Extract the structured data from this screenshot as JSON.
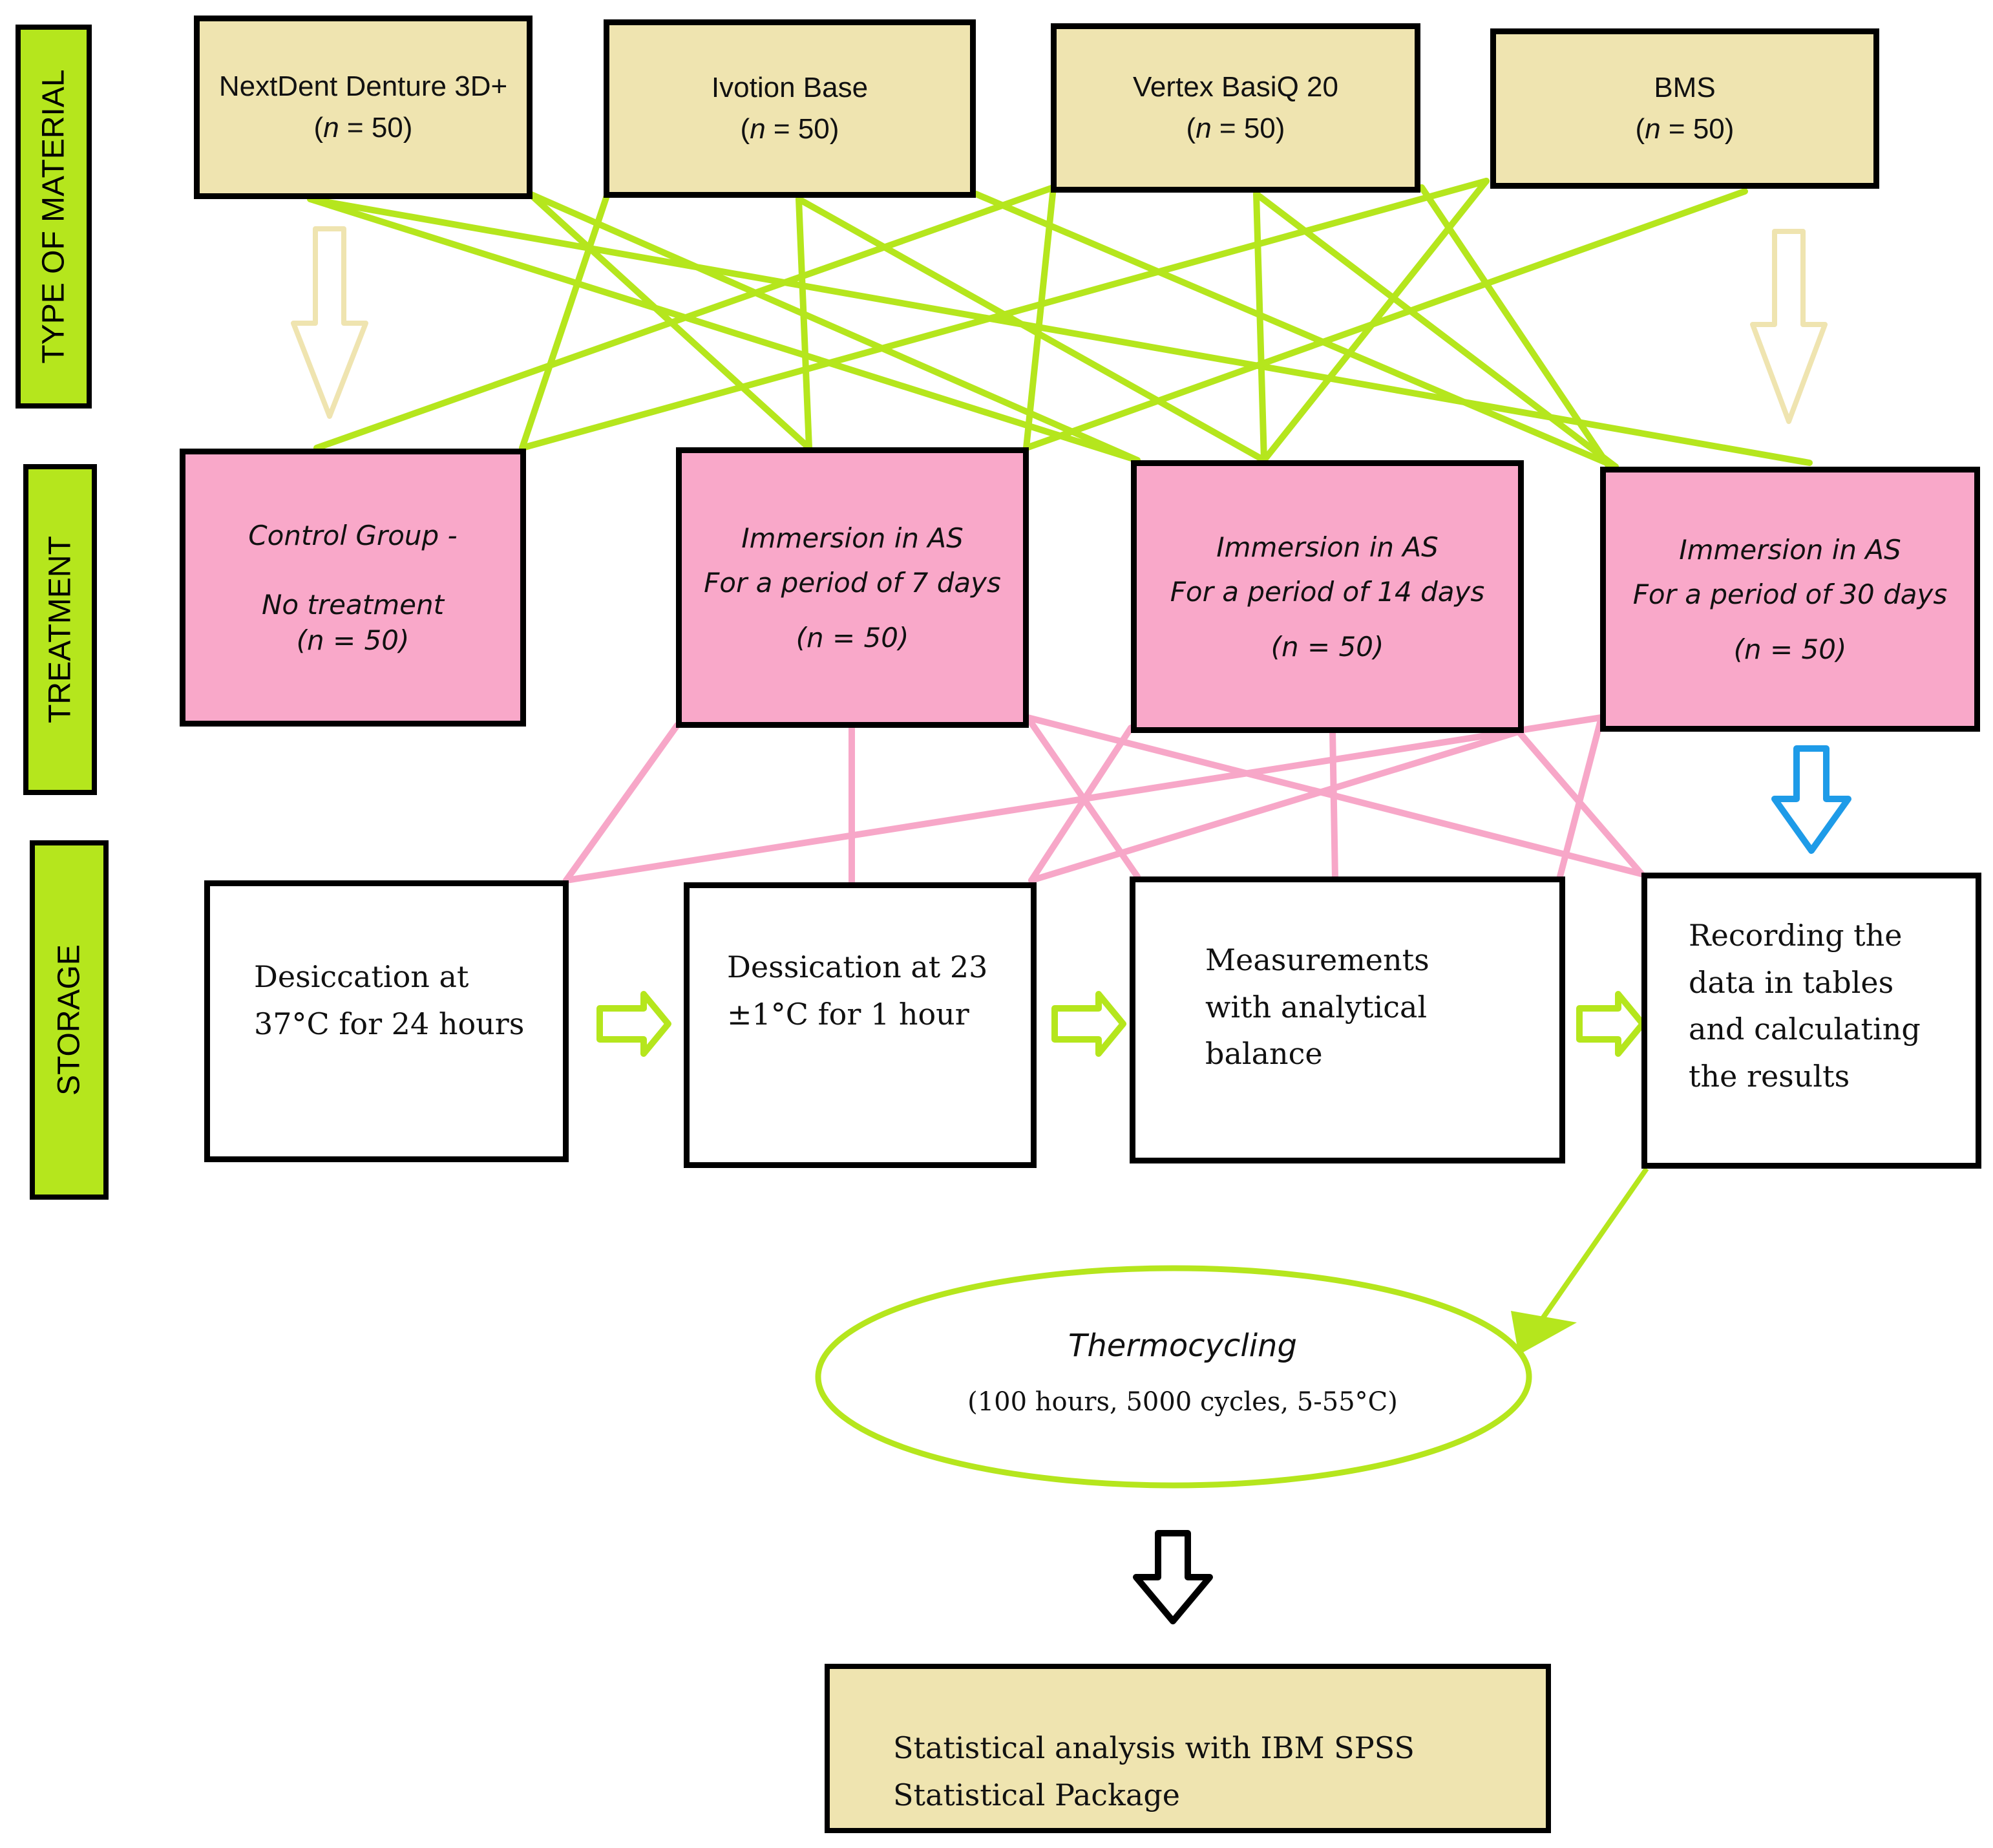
{
  "side_labels": {
    "material": "TYPE OF MATERIAL",
    "treatment": "TREATMENT",
    "storage": "STORAGE"
  },
  "materials": [
    {
      "name": "NextDent Denture 3D+",
      "n_label": "n",
      "n_value": " = 50)"
    },
    {
      "name": "Ivotion Base",
      "n_label": "n",
      "n_value": " = 50)"
    },
    {
      "name": "Vertex BasiQ 20",
      "n_label": "n",
      "n_value": " = 50)"
    },
    {
      "name": "BMS",
      "n_label": "n",
      "n_value": " = 50)"
    }
  ],
  "treatments": [
    {
      "line1": "Control Group -",
      "line2": "No treatment",
      "line3": "(n = 50)"
    },
    {
      "line1": "Immersion in AS",
      "line2": "For a period of 7 days",
      "line3": "(n = 50)"
    },
    {
      "line1": "Immersion in AS",
      "line2": "For a period of 14 days",
      "line3": "(n = 50)"
    },
    {
      "line1": "Immersion in AS",
      "line2": "For a period of 30 days",
      "line3": "(n = 50)"
    }
  ],
  "storage": [
    {
      "lines": [
        "Desiccation at",
        "37°C for 24 hours"
      ]
    },
    {
      "lines": [
        "Dessication at 23",
        "±1°C for 1 hour"
      ]
    },
    {
      "lines": [
        "Measurements",
        "with analytical",
        "balance"
      ]
    },
    {
      "lines": [
        "Recording the",
        "data in tables",
        "and calculating",
        "the results"
      ]
    }
  ],
  "thermocycling": {
    "title": "Thermocycling",
    "detail": "(100 hours, 5000 cycles, 5-55°C)"
  },
  "analysis": {
    "line1": "Statistical analysis with IBM SPSS",
    "line2": "Statistical Package"
  },
  "colors": {
    "green": "#b5e61d",
    "pink": "#f7a7c8",
    "tan": "#efe4b0",
    "blue": "#1e9be8"
  }
}
